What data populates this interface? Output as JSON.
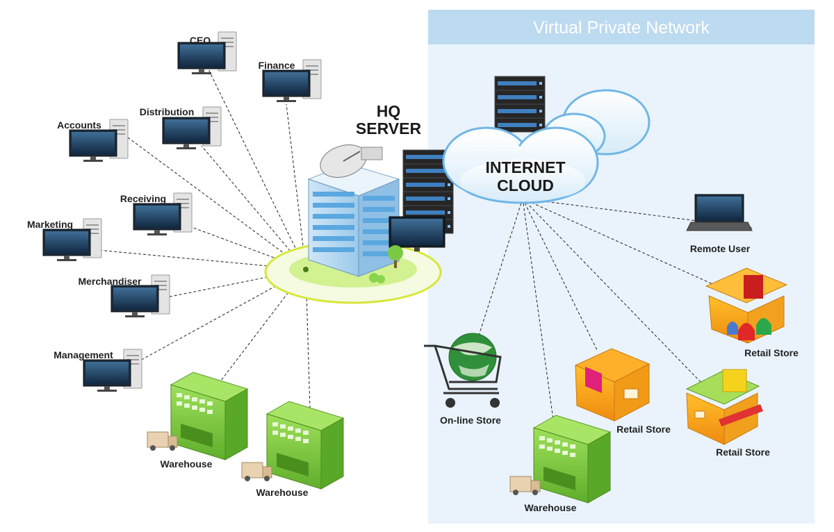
{
  "vpn": {
    "title": "Virtual Private Network"
  },
  "hq": {
    "line1": "HQ",
    "line2": "SERVER"
  },
  "cloud": {
    "line1": "INTERNET",
    "line2": "CLOUD"
  },
  "offices": {
    "ceo": "CEO",
    "finance": "Finance",
    "distribution": "Distribution",
    "accounts": "Accounts",
    "receiving": "Receiving",
    "marketing": "Marketing",
    "merchandiser": "Merchandiser",
    "management": "Management"
  },
  "warehouses": {
    "w1": "Warehouse",
    "w2": "Warehouse",
    "w3": "Warehouse"
  },
  "remote": {
    "remote_user": "Remote User",
    "online_store": "On-line Store",
    "retail_store_1": "Retail Store",
    "retail_store_2": "Retail Store",
    "retail_store_3": "Retail Store"
  },
  "colors": {
    "vpn_bg": "#eaf3fb",
    "vpn_header": "#bcdaf0",
    "building_green": "#8fd14f",
    "cloud_blue": "#6fb6e6"
  },
  "icons": [
    "desktop-computer-icon",
    "server-rack-icon",
    "office-building-icon",
    "satellite-dish-icon",
    "cloud-icon",
    "laptop-icon",
    "shopping-cart-icon",
    "globe-icon",
    "truck-icon",
    "warehouse-icon",
    "retail-store-icon"
  ]
}
